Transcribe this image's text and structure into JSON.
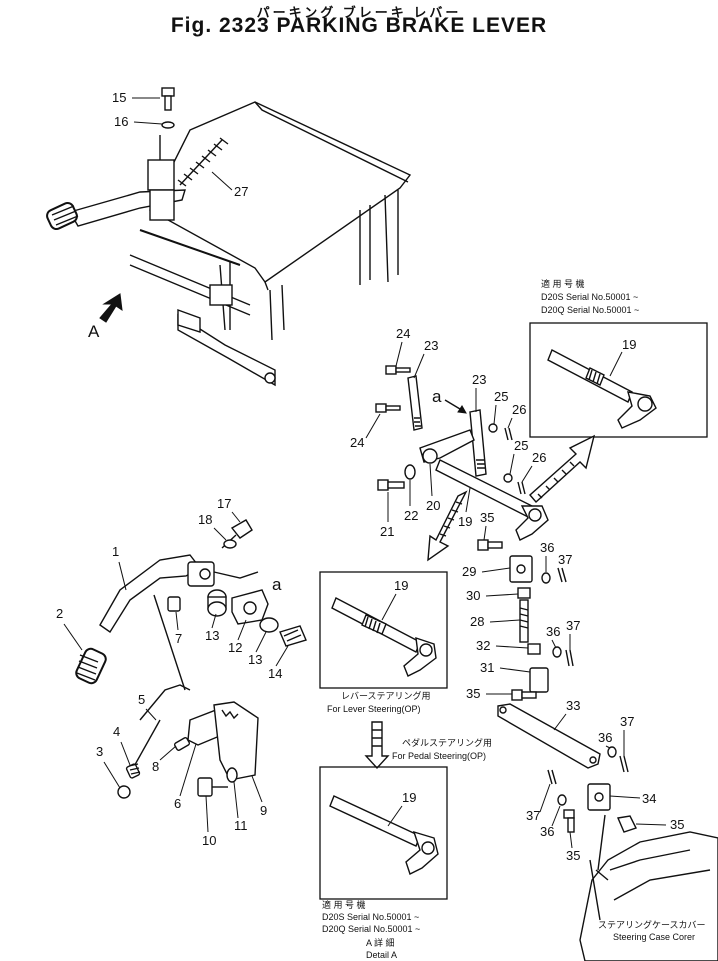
{
  "title": {
    "japanese": "パーキング ブレーキ レバー",
    "english": "Fig. 2323 PARKING BRAKE LEVER"
  },
  "view_marker": "A",
  "connector_marker": "a",
  "top_right_box": {
    "applicability_jp": "適 用 号 機",
    "serial_1": "D20S Serial No.50001 ~",
    "serial_2": "D20Q Serial No.50001 ~",
    "part": "19"
  },
  "lever_box": {
    "part": "19",
    "caption_jp": "レバーステアリング用",
    "caption_en": "For Lever Steering(OP)"
  },
  "pedal_box": {
    "part": "19",
    "caption_jp": "ペダルステアリング用",
    "caption_en": "For Pedal Steering(OP)",
    "applicability_jp": "適 用 号 機",
    "serial_1": "D20S Serial No.50001 ~",
    "serial_2": "D20Q Serial No.50001 ~"
  },
  "detail_caption": {
    "jp": "A 詳 細",
    "en": "Detail A"
  },
  "steering_case_cover": {
    "jp": "ステアリングケースカバー",
    "en": "Steering Case Corer"
  },
  "part_numbers": {
    "overview": [
      "15",
      "16",
      "27"
    ],
    "lever_group": [
      "1",
      "2",
      "3",
      "4",
      "5",
      "6",
      "7",
      "8",
      "9",
      "10",
      "11",
      "12",
      "13",
      "13",
      "14",
      "17",
      "18"
    ],
    "detail_group": [
      "24",
      "23",
      "23",
      "24",
      "25",
      "26",
      "25",
      "26",
      "20",
      "21",
      "22",
      "19",
      "35",
      "29",
      "36",
      "37",
      "30",
      "28",
      "36",
      "37",
      "32",
      "31",
      "35",
      "33",
      "36",
      "37",
      "34",
      "37",
      "36",
      "35",
      "35"
    ]
  }
}
